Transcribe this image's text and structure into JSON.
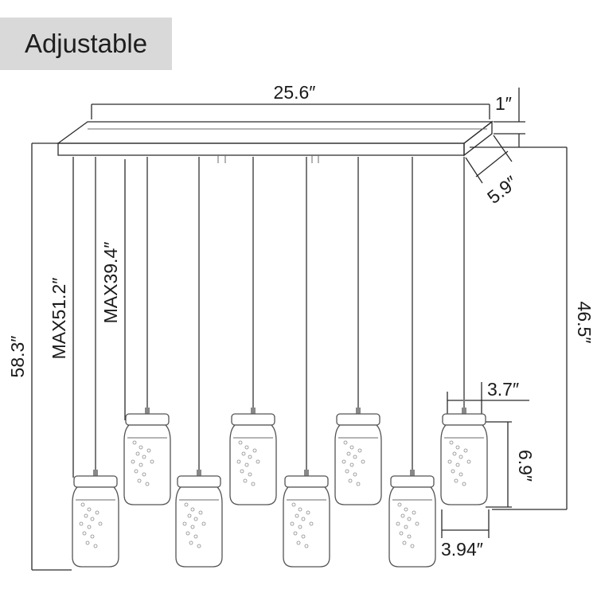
{
  "badge": {
    "label": "Adjustable"
  },
  "dimensions": {
    "canopy_length": "25.6″",
    "canopy_height": "1″",
    "canopy_depth": "5.9″",
    "max_short_cord": "MAX39.4″",
    "max_long_cord": "MAX51.2″",
    "total_height": "58.3″",
    "drop_height": "46.5″",
    "jar_top_width": "3.7″",
    "jar_height": "6.9″",
    "jar_body_width": "3.94″"
  },
  "colors": {
    "badge_bg": "#d9d9d9",
    "line": "#2b2b2b",
    "text": "#1a1a1a"
  }
}
